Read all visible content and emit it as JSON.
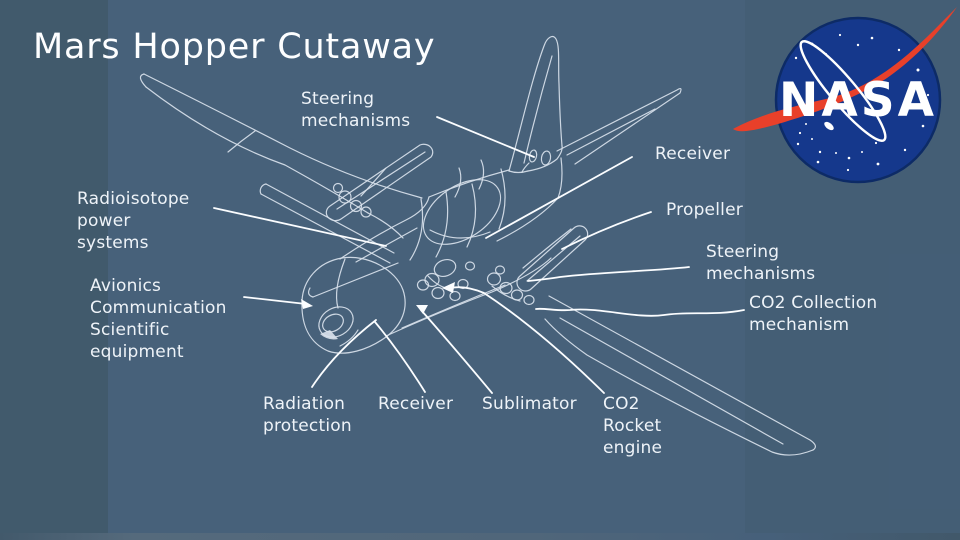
{
  "slide": {
    "title": "Mars Hopper Cutaway",
    "background_color": "#47617a",
    "background_left_band_color": "#415a6c"
  },
  "colors": {
    "wireframe_line": "#d9e2ec",
    "leader_line": "#fbfdff",
    "label_text": "#eef3f8",
    "title_text": "#fdfeff",
    "nasa_blue": "#15388c",
    "nasa_red": "#e8402a",
    "nasa_white": "#ffffff"
  },
  "logo": {
    "name": "NASA insignia",
    "text": "NASA"
  },
  "diagram": {
    "subject": "Mars Hopper aircraft cutaway wireframe",
    "labels": [
      {
        "id": "steering-mechanisms-top",
        "text": "Steering\nmechanisms"
      },
      {
        "id": "receiver-right",
        "text": "Receiver"
      },
      {
        "id": "propeller",
        "text": "Propeller"
      },
      {
        "id": "radioisotope-power-systems",
        "text": "Radioisotope\npower\nsystems"
      },
      {
        "id": "steering-mechanisms-right",
        "text": "Steering\nmechanisms"
      },
      {
        "id": "co2-collection-mechanism",
        "text": "CO2 Collection\nmechanism"
      },
      {
        "id": "avionics-communication-scientific-equipment",
        "text": "Avionics\nCommunication\nScientific\nequipment"
      },
      {
        "id": "radiation-protection",
        "text": "Radiation\nprotection"
      },
      {
        "id": "receiver-bottom",
        "text": "Receiver"
      },
      {
        "id": "sublimator",
        "text": "Sublimator"
      },
      {
        "id": "co2-rocket-engine",
        "text": "CO2\nRocket\nengine"
      }
    ]
  }
}
